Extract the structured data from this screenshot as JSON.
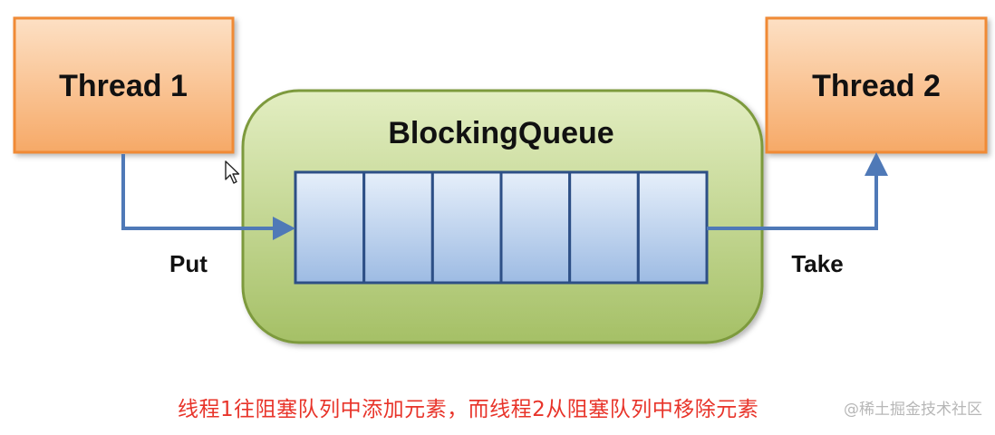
{
  "diagram": {
    "thread1_label": "Thread 1",
    "thread2_label": "Thread 2",
    "queue_label": "BlockingQueue",
    "put_label": "Put",
    "take_label": "Take",
    "queue_slot_count": 6
  },
  "caption": "线程1往阻塞队列中添加元素，而线程2从阻塞队列中移除元素",
  "watermark": "@稀土掘金技术社区",
  "colors": {
    "thread_fill_top": "#fde0c4",
    "thread_fill_bottom": "#f6a967",
    "thread_border": "#f08a34",
    "queue_fill_top": "#e3eec2",
    "queue_fill_bottom": "#a5c066",
    "queue_border": "#7d9a3d",
    "slot_fill_top": "#e6effa",
    "slot_fill_bottom": "#9dbbe3",
    "slot_border": "#2d4f86",
    "arrow": "#4f79b7",
    "caption": "#e8342a"
  }
}
